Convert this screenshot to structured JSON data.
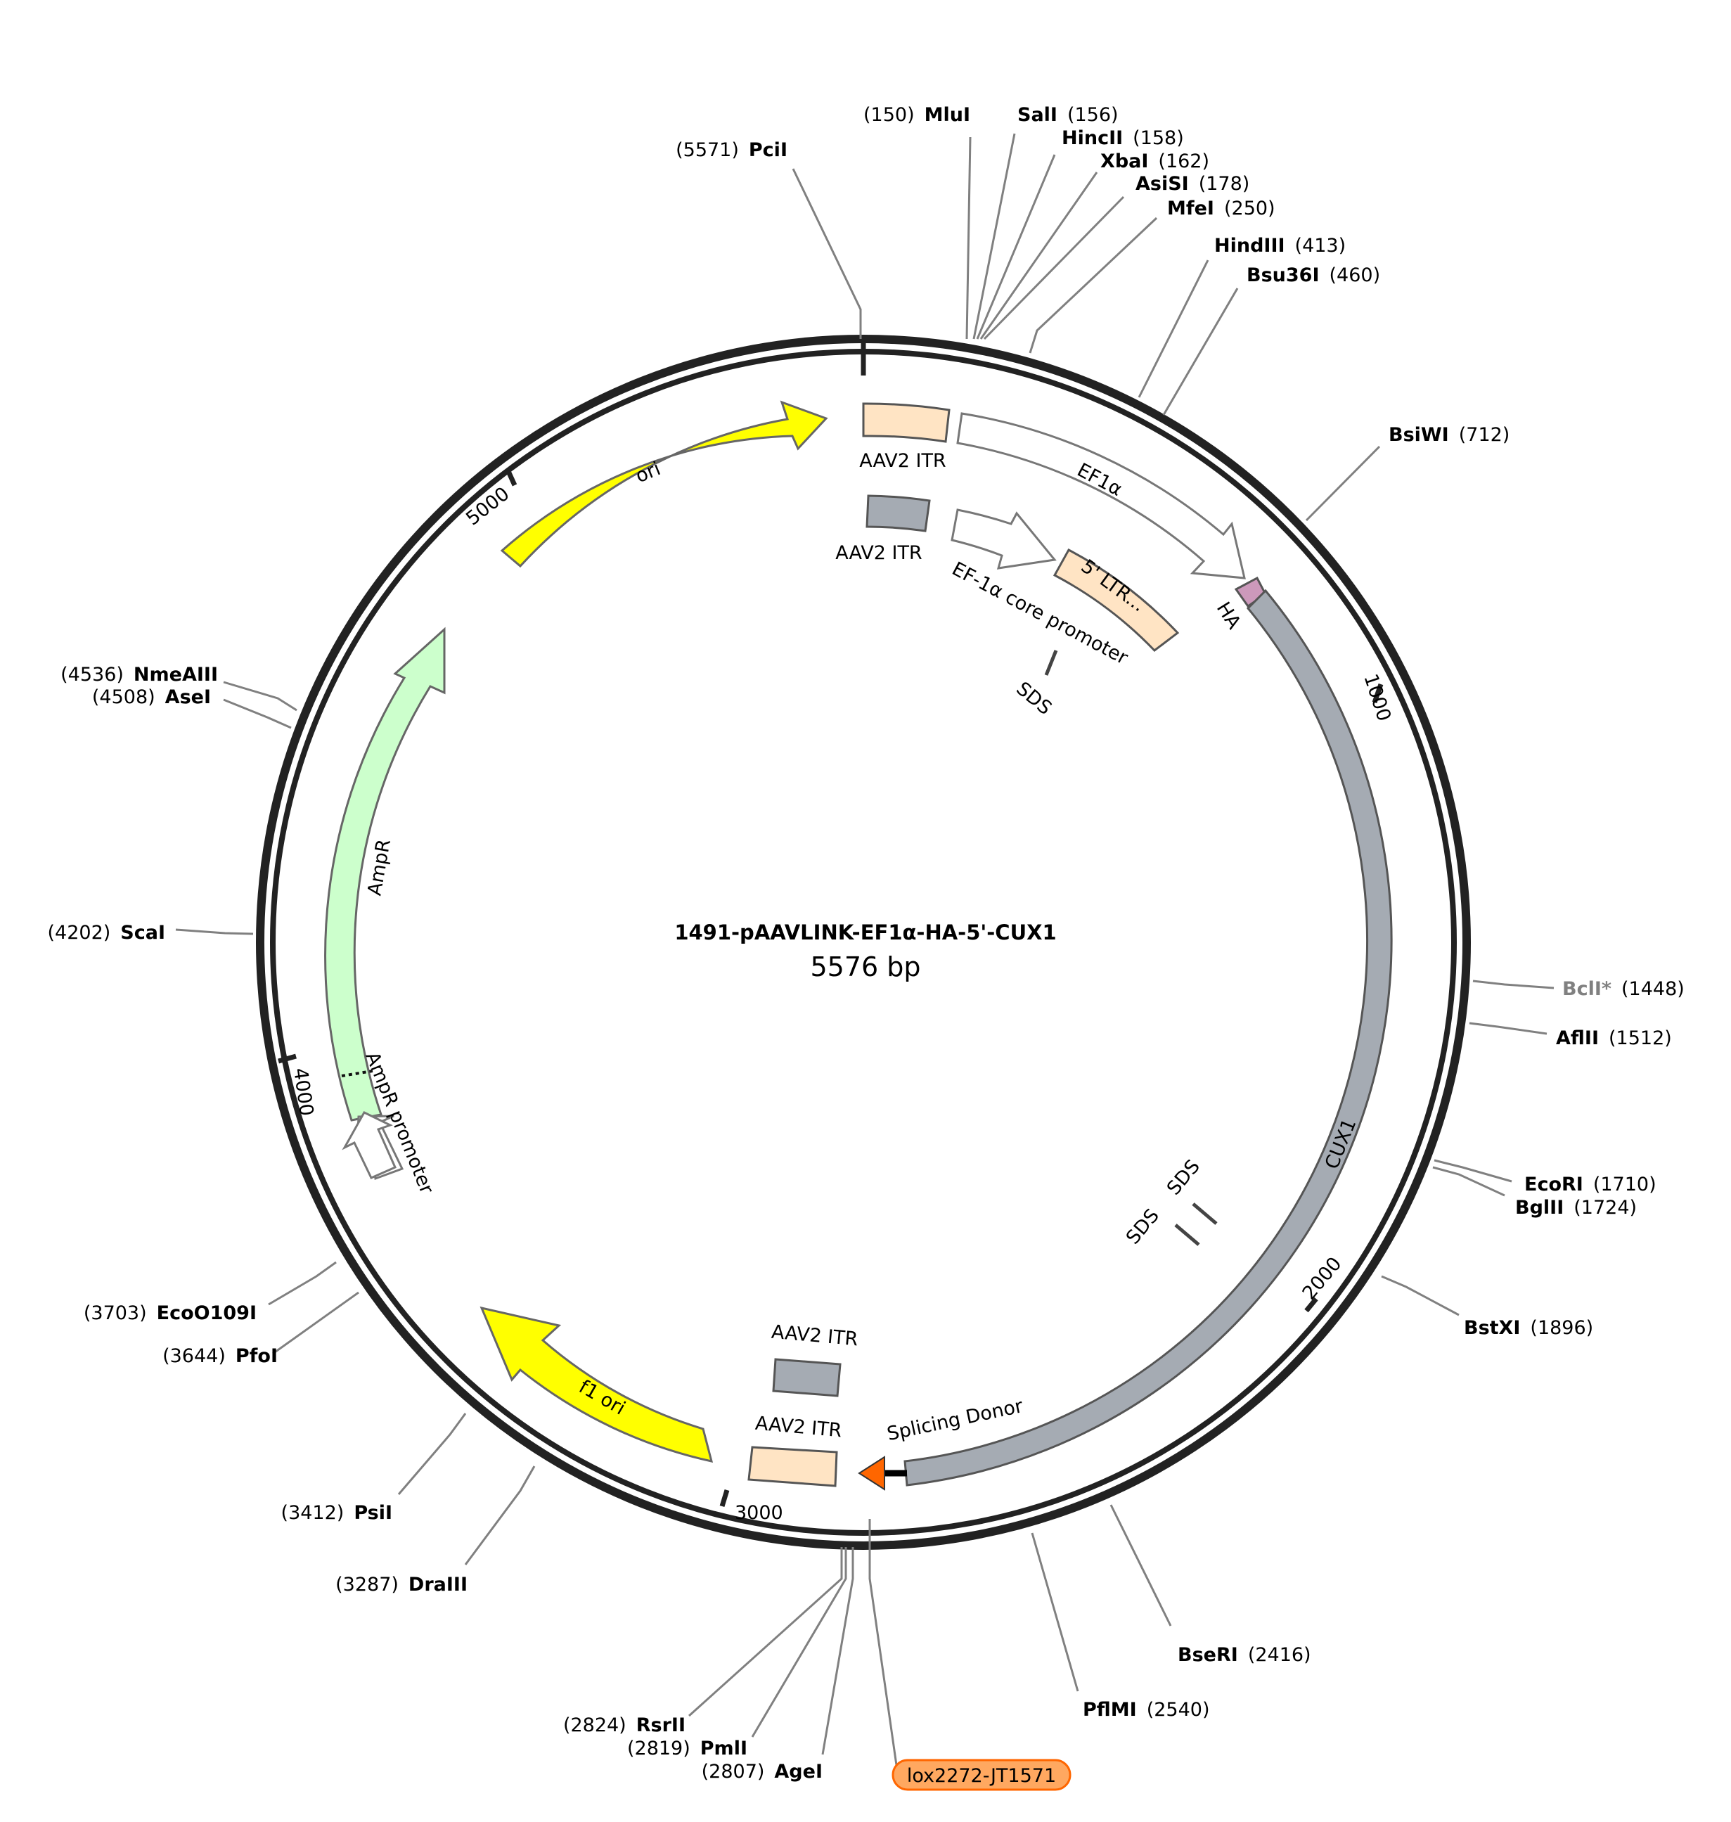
{
  "plasmid": {
    "name": "1491-pAAVLINK-EF1α-HA-5'-CUX1",
    "size_label": "5576 bp",
    "length": 5576
  },
  "ticks": [
    "1000",
    "2000",
    "3000",
    "4000",
    "5000"
  ],
  "sites": [
    {
      "name": "PciI",
      "pos": "(5571)"
    },
    {
      "name": "MluI",
      "pos": "(150)"
    },
    {
      "name": "SalI",
      "pos": "(156)"
    },
    {
      "name": "HincII",
      "pos": "(158)"
    },
    {
      "name": "XbaI",
      "pos": "(162)"
    },
    {
      "name": "AsiSI",
      "pos": "(178)"
    },
    {
      "name": "MfeI",
      "pos": "(250)"
    },
    {
      "name": "HindIII",
      "pos": "(413)"
    },
    {
      "name": "Bsu36I",
      "pos": "(460)"
    },
    {
      "name": "BsiWI",
      "pos": "(712)"
    },
    {
      "name": "BclI*",
      "pos": "(1448)"
    },
    {
      "name": "AflII",
      "pos": "(1512)"
    },
    {
      "name": "EcoRI",
      "pos": "(1710)"
    },
    {
      "name": "BglII",
      "pos": "(1724)"
    },
    {
      "name": "BstXI",
      "pos": "(1896)"
    },
    {
      "name": "BseRI",
      "pos": "(2416)"
    },
    {
      "name": "PflMI",
      "pos": "(2540)"
    },
    {
      "name": "RsrII",
      "pos": "(2824)"
    },
    {
      "name": "PmlI",
      "pos": "(2819)"
    },
    {
      "name": "AgeI",
      "pos": "(2807)"
    },
    {
      "name": "DraIII",
      "pos": "(3287)"
    },
    {
      "name": "PsiI",
      "pos": "(3412)"
    },
    {
      "name": "PfoI",
      "pos": "(3644)"
    },
    {
      "name": "EcoO109I",
      "pos": "(3703)"
    },
    {
      "name": "ScaI",
      "pos": "(4202)"
    },
    {
      "name": "AseI",
      "pos": "(4508)"
    },
    {
      "name": "NmeAIII",
      "pos": "(4536)"
    }
  ],
  "features": {
    "ori": "ori",
    "aav2_itr": "AAV2 ITR",
    "ef1a": "EF1α",
    "ef1a_core": "EF-1α core promoter",
    "ltr": "5' LTR...",
    "sds": "SDS",
    "ha": "HA",
    "cux1": "CUX1",
    "ampr": "AmpR",
    "ampr_promoter": "AmpR promoter",
    "f1_ori": "f1 ori",
    "splicing_donor": "Splicing Donor",
    "lox": "lox2272-JT1571"
  },
  "colors": {
    "ori": "#ffff00",
    "aav2_itr_peach": "#ffe4c4",
    "aav2_itr_gray": "#a5abb3",
    "cux1": "#a5abb3",
    "ampr": "#ccffcc",
    "ha": "#cc99bb",
    "splicing_donor": "#ff6600",
    "lox_fill": "#ffa860",
    "lox_stroke": "#ff6600",
    "bcli_text": "#808080",
    "backbone": "#222222"
  }
}
